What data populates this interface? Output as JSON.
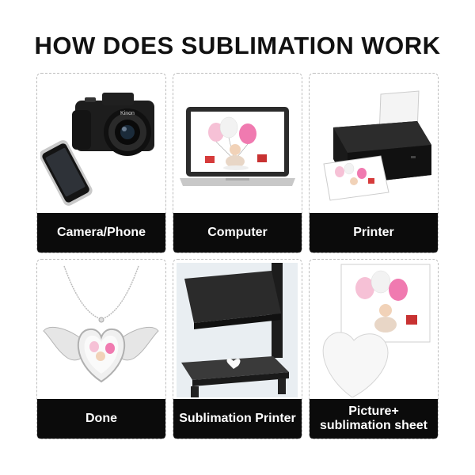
{
  "header": {
    "title": "HOW DOES SUBLIMATION WORK"
  },
  "steps": [
    {
      "label": "Camera/Phone",
      "icon": "camera-phone-icon"
    },
    {
      "label": "Computer",
      "icon": "laptop-icon"
    },
    {
      "label": "Printer",
      "icon": "printer-icon"
    },
    {
      "label": "Done",
      "icon": "heart-necklace-icon"
    },
    {
      "label": "Sublimation Printer",
      "icon": "heat-press-icon"
    },
    {
      "label": "Picture+\nsublimation sheet",
      "icon": "photo-sheet-icon"
    }
  ],
  "camera_brand": "Kinon",
  "colors": {
    "label_bg": "#0b0b0b",
    "label_text": "#ffffff",
    "balloon_pink": "#f07ab0",
    "balloon_white": "#f4f4f4"
  }
}
